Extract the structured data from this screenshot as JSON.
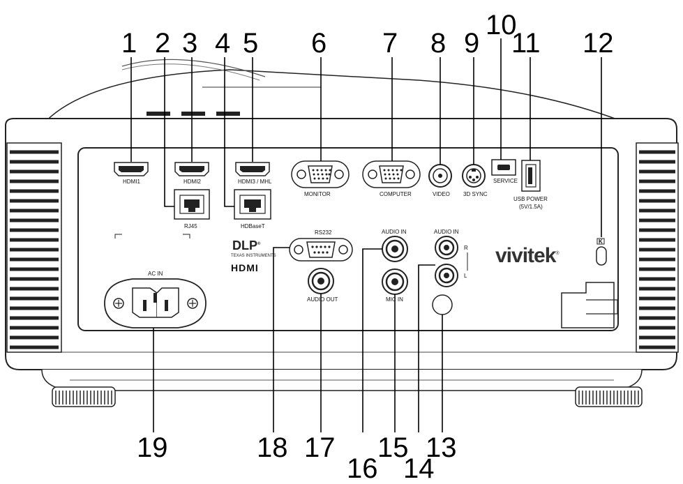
{
  "callouts": [
    "1",
    "2",
    "3",
    "4",
    "5",
    "6",
    "7",
    "8",
    "9",
    "10",
    "11",
    "12",
    "13",
    "14",
    "15",
    "16",
    "17",
    "18",
    "19"
  ],
  "ports": {
    "hdmi1": "HDMI1",
    "hdmi2": "HDMI2",
    "hdmi3": "HDMI3 / MHL",
    "rj45": "RJ45",
    "hdbaset": "HDBaseT",
    "monitor": "MONITOR",
    "computer": "COMPUTER",
    "video": "VIDEO",
    "sync3d": "3D SYNC",
    "service": "SERVICE",
    "usb_power": "USB POWER",
    "usb_spec": "(5V/1.5A)",
    "rs232": "RS232",
    "audio_in_1": "AUDIO IN",
    "audio_in_2": "AUDIO IN",
    "audio_out": "AUDIO OUT",
    "mic_in": "MIC IN",
    "ac_in": "AC IN",
    "r": "R",
    "l": "L",
    "kensington": "K"
  },
  "branding": {
    "vivitek": "vivitek",
    "reg": "®",
    "dlp": "DLP",
    "dlp_reg": "®",
    "texas": "TEXAS INSTRUMENTS",
    "hdmi_logo": "HDMI"
  }
}
